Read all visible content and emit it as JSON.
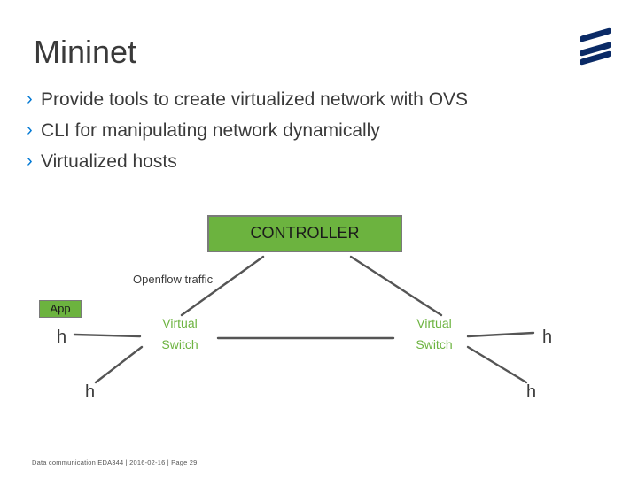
{
  "slide": {
    "title": "Mininet",
    "bullets": [
      "Provide tools to create virtualized network with OVS",
      "CLI for manipulating network dynamically",
      "Virtualized hosts"
    ],
    "bullet_glyph": "›",
    "accent_color": "#0078d4",
    "node_color": "#6cb33f",
    "logo_icon": "ericsson-logo"
  },
  "diagram": {
    "controller_label": "CONTROLLER",
    "openflow_label": "Openflow traffic",
    "app_label": "App",
    "switch_left": {
      "line1": "Virtual",
      "line2": "Switch"
    },
    "switch_right": {
      "line1": "Virtual",
      "line2": "Switch"
    },
    "host_label": "h"
  },
  "footer": {
    "text": "Data communication EDA344 | 2016-02-16 | Page 29"
  }
}
